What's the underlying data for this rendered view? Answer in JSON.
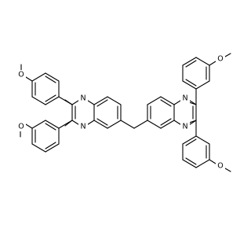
{
  "molecule": {
    "atoms": {
      "N1": "N",
      "N2": "N",
      "N3": "N",
      "N4": "N",
      "O1": "O",
      "O2": "O",
      "O3": "O",
      "O4": "O"
    }
  },
  "colors": {
    "bond": "#000000",
    "background": "#ffffff"
  }
}
